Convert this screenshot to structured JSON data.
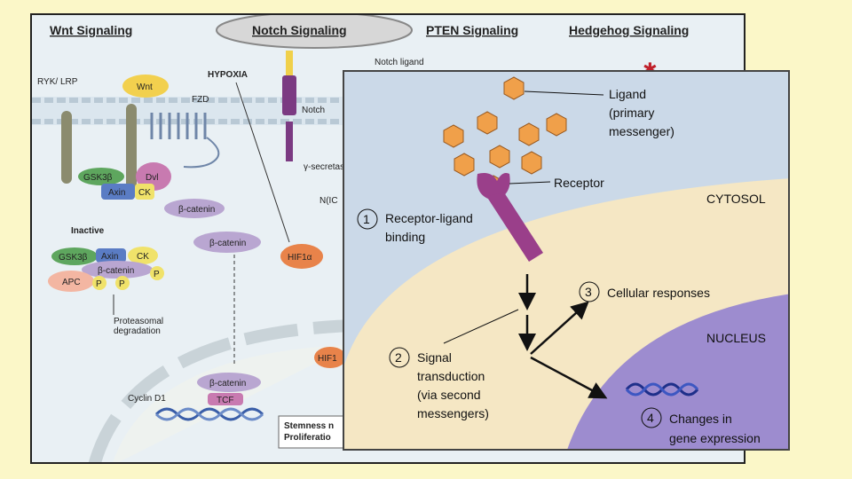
{
  "back": {
    "headers": [
      "Wnt Signaling",
      "Notch Signaling",
      "PTEN Signaling",
      "Hedgehog Signaling"
    ],
    "labels": {
      "ryk": "RYK/ LRP",
      "wnt": "Wnt",
      "fzd": "FZD",
      "hypoxia": "HYPOXIA",
      "notch_ligand": "Notch ligand",
      "notch": "Notch",
      "gsk3b": "GSK3β",
      "dvl": "Dvl",
      "axin": "Axin",
      "ck": "CK",
      "gamma_secretase": "γ-secretase",
      "bcatenin": "β-catenin",
      "nicd": "N(IC",
      "inactive": "Inactive",
      "apc": "APC",
      "p": "P",
      "hif1a": "HIF1α",
      "hif1_partial": "HIF1",
      "proteasomal": "Proteasomal",
      "degradation": "degradation",
      "cyclin": "Cyclin D1",
      "tcf": "TCF",
      "stemness": "Stemness n",
      "prolif": "Proliferatio"
    }
  },
  "front": {
    "ligand": [
      "Ligand",
      "(primary",
      "messenger)"
    ],
    "receptor": "Receptor",
    "cytosol": "CYTOSOL",
    "step1": {
      "num": "1",
      "lines": [
        "Receptor-ligand",
        "binding"
      ]
    },
    "step2": {
      "num": "2",
      "lines": [
        "Signal",
        "transduction",
        "(via second",
        "messengers)"
      ]
    },
    "step3": {
      "num": "3",
      "lines": [
        "Cellular responses"
      ]
    },
    "nucleus": "NUCLEUS",
    "step4": {
      "num": "4",
      "lines": [
        "Changes in",
        "gene expression"
      ]
    }
  },
  "colors": {
    "slide_bg": "#fbf7c8",
    "hexagon": "#f0a04a",
    "receptor": "#9a3f8a",
    "nucleus": "#9d8ccf",
    "cytosol": "#f5e7c4"
  }
}
